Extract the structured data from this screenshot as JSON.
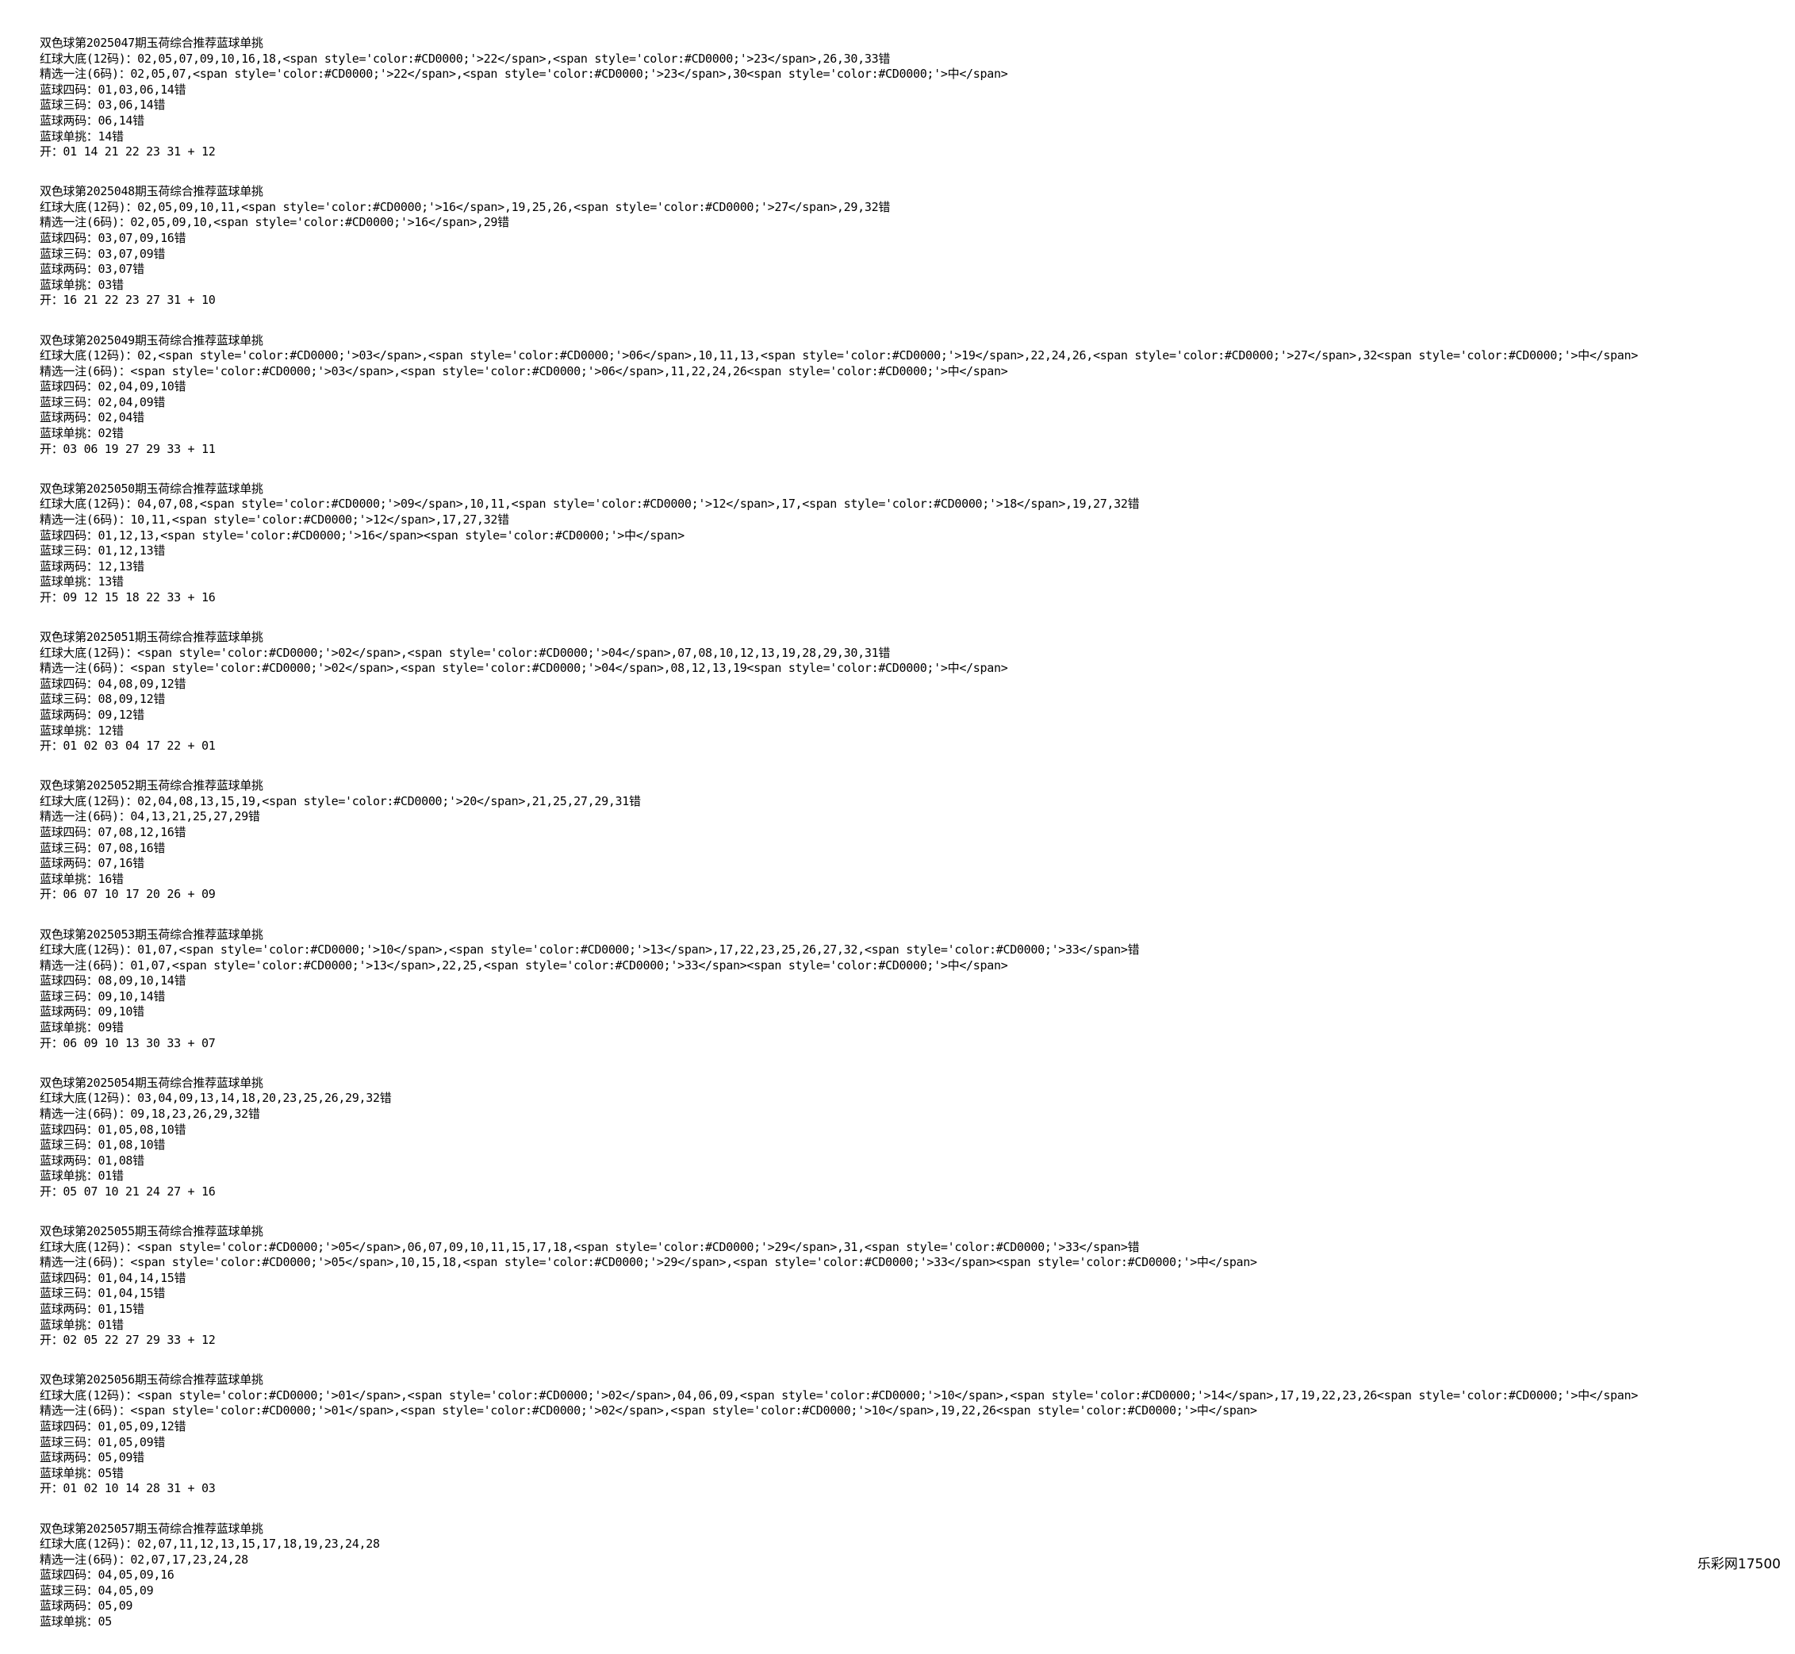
{
  "entries": [
    {
      "lines": [
        "双色球第2025047期玉荷综合推荐蓝球单挑",
        "红球大底(12码)：02,05,07,09,10,16,18,<span style='color:#CD0000;'>22</span>,<span style='color:#CD0000;'>23</span>,26,30,33错",
        "精选一注(6码)：02,05,07,<span style='color:#CD0000;'>22</span>,<span style='color:#CD0000;'>23</span>,30<span style='color:#CD0000;'>中</span>",
        "蓝球四码：01,03,06,14错",
        "蓝球三码：03,06,14错",
        "蓝球两码：06,14错",
        "蓝球单挑：14错",
        "开：01 14 21 22 23 31 + 12"
      ]
    },
    {
      "lines": [
        "双色球第2025048期玉荷综合推荐蓝球单挑",
        "红球大底(12码)：02,05,09,10,11,<span style='color:#CD0000;'>16</span>,19,25,26,<span style='color:#CD0000;'>27</span>,29,32错",
        "精选一注(6码)：02,05,09,10,<span style='color:#CD0000;'>16</span>,29错",
        "蓝球四码：03,07,09,16错",
        "蓝球三码：03,07,09错",
        "蓝球两码：03,07错",
        "蓝球单挑：03错",
        "开：16 21 22 23 27 31 + 10"
      ]
    },
    {
      "lines": [
        "双色球第2025049期玉荷综合推荐蓝球单挑",
        "红球大底(12码)：02,<span style='color:#CD0000;'>03</span>,<span style='color:#CD0000;'>06</span>,10,11,13,<span style='color:#CD0000;'>19</span>,22,24,26,<span style='color:#CD0000;'>27</span>,32<span style='color:#CD0000;'>中</span>",
        "精选一注(6码)：<span style='color:#CD0000;'>03</span>,<span style='color:#CD0000;'>06</span>,11,22,24,26<span style='color:#CD0000;'>中</span>",
        "蓝球四码：02,04,09,10错",
        "蓝球三码：02,04,09错",
        "蓝球两码：02,04错",
        "蓝球单挑：02错",
        "开：03 06 19 27 29 33 + 11"
      ]
    },
    {
      "lines": [
        "双色球第2025050期玉荷综合推荐蓝球单挑",
        "红球大底(12码)：04,07,08,<span style='color:#CD0000;'>09</span>,10,11,<span style='color:#CD0000;'>12</span>,17,<span style='color:#CD0000;'>18</span>,19,27,32错",
        "精选一注(6码)：10,11,<span style='color:#CD0000;'>12</span>,17,27,32错",
        "蓝球四码：01,12,13,<span style='color:#CD0000;'>16</span><span style='color:#CD0000;'>中</span>",
        "蓝球三码：01,12,13错",
        "蓝球两码：12,13错",
        "蓝球单挑：13错",
        "开：09 12 15 18 22 33 + 16"
      ]
    },
    {
      "lines": [
        "双色球第2025051期玉荷综合推荐蓝球单挑",
        "红球大底(12码)：<span style='color:#CD0000;'>02</span>,<span style='color:#CD0000;'>04</span>,07,08,10,12,13,19,28,29,30,31错",
        "精选一注(6码)：<span style='color:#CD0000;'>02</span>,<span style='color:#CD0000;'>04</span>,08,12,13,19<span style='color:#CD0000;'>中</span>",
        "蓝球四码：04,08,09,12错",
        "蓝球三码：08,09,12错",
        "蓝球两码：09,12错",
        "蓝球单挑：12错",
        "开：01 02 03 04 17 22 + 01"
      ]
    },
    {
      "lines": [
        "双色球第2025052期玉荷综合推荐蓝球单挑",
        "红球大底(12码)：02,04,08,13,15,19,<span style='color:#CD0000;'>20</span>,21,25,27,29,31错",
        "精选一注(6码)：04,13,21,25,27,29错",
        "蓝球四码：07,08,12,16错",
        "蓝球三码：07,08,16错",
        "蓝球两码：07,16错",
        "蓝球单挑：16错",
        "开：06 07 10 17 20 26 + 09"
      ]
    },
    {
      "lines": [
        "双色球第2025053期玉荷综合推荐蓝球单挑",
        "红球大底(12码)：01,07,<span style='color:#CD0000;'>10</span>,<span style='color:#CD0000;'>13</span>,17,22,23,25,26,27,32,<span style='color:#CD0000;'>33</span>错",
        "精选一注(6码)：01,07,<span style='color:#CD0000;'>13</span>,22,25,<span style='color:#CD0000;'>33</span><span style='color:#CD0000;'>中</span>",
        "蓝球四码：08,09,10,14错",
        "蓝球三码：09,10,14错",
        "蓝球两码：09,10错",
        "蓝球单挑：09错",
        "开：06 09 10 13 30 33 + 07"
      ]
    },
    {
      "lines": [
        "双色球第2025054期玉荷综合推荐蓝球单挑",
        "红球大底(12码)：03,04,09,13,14,18,20,23,25,26,29,32错",
        "精选一注(6码)：09,18,23,26,29,32错",
        "蓝球四码：01,05,08,10错",
        "蓝球三码：01,08,10错",
        "蓝球两码：01,08错",
        "蓝球单挑：01错",
        "开：05 07 10 21 24 27 + 16"
      ]
    },
    {
      "lines": [
        "双色球第2025055期玉荷综合推荐蓝球单挑",
        "红球大底(12码)：<span style='color:#CD0000;'>05</span>,06,07,09,10,11,15,17,18,<span style='color:#CD0000;'>29</span>,31,<span style='color:#CD0000;'>33</span>错",
        "精选一注(6码)：<span style='color:#CD0000;'>05</span>,10,15,18,<span style='color:#CD0000;'>29</span>,<span style='color:#CD0000;'>33</span><span style='color:#CD0000;'>中</span>",
        "蓝球四码：01,04,14,15错",
        "蓝球三码：01,04,15错",
        "蓝球两码：01,15错",
        "蓝球单挑：01错",
        "开：02 05 22 27 29 33 + 12"
      ]
    },
    {
      "lines": [
        "双色球第2025056期玉荷综合推荐蓝球单挑",
        "红球大底(12码)：<span style='color:#CD0000;'>01</span>,<span style='color:#CD0000;'>02</span>,04,06,09,<span style='color:#CD0000;'>10</span>,<span style='color:#CD0000;'>14</span>,17,19,22,23,26<span style='color:#CD0000;'>中</span>",
        "精选一注(6码)：<span style='color:#CD0000;'>01</span>,<span style='color:#CD0000;'>02</span>,<span style='color:#CD0000;'>10</span>,19,22,26<span style='color:#CD0000;'>中</span>",
        "蓝球四码：01,05,09,12错",
        "蓝球三码：01,05,09错",
        "蓝球两码：05,09错",
        "蓝球单挑：05错",
        "开：01 02 10 14 28 31 + 03"
      ]
    },
    {
      "lines": [
        "双色球第2025057期玉荷综合推荐蓝球单挑",
        "红球大底(12码)：02,07,11,12,13,15,17,18,19,23,24,28",
        "精选一注(6码)：02,07,17,23,24,28",
        "蓝球四码：04,05,09,16",
        "蓝球三码：04,05,09",
        "蓝球两码：05,09",
        "蓝球单挑：05"
      ]
    }
  ],
  "footer": "乐彩网17500"
}
